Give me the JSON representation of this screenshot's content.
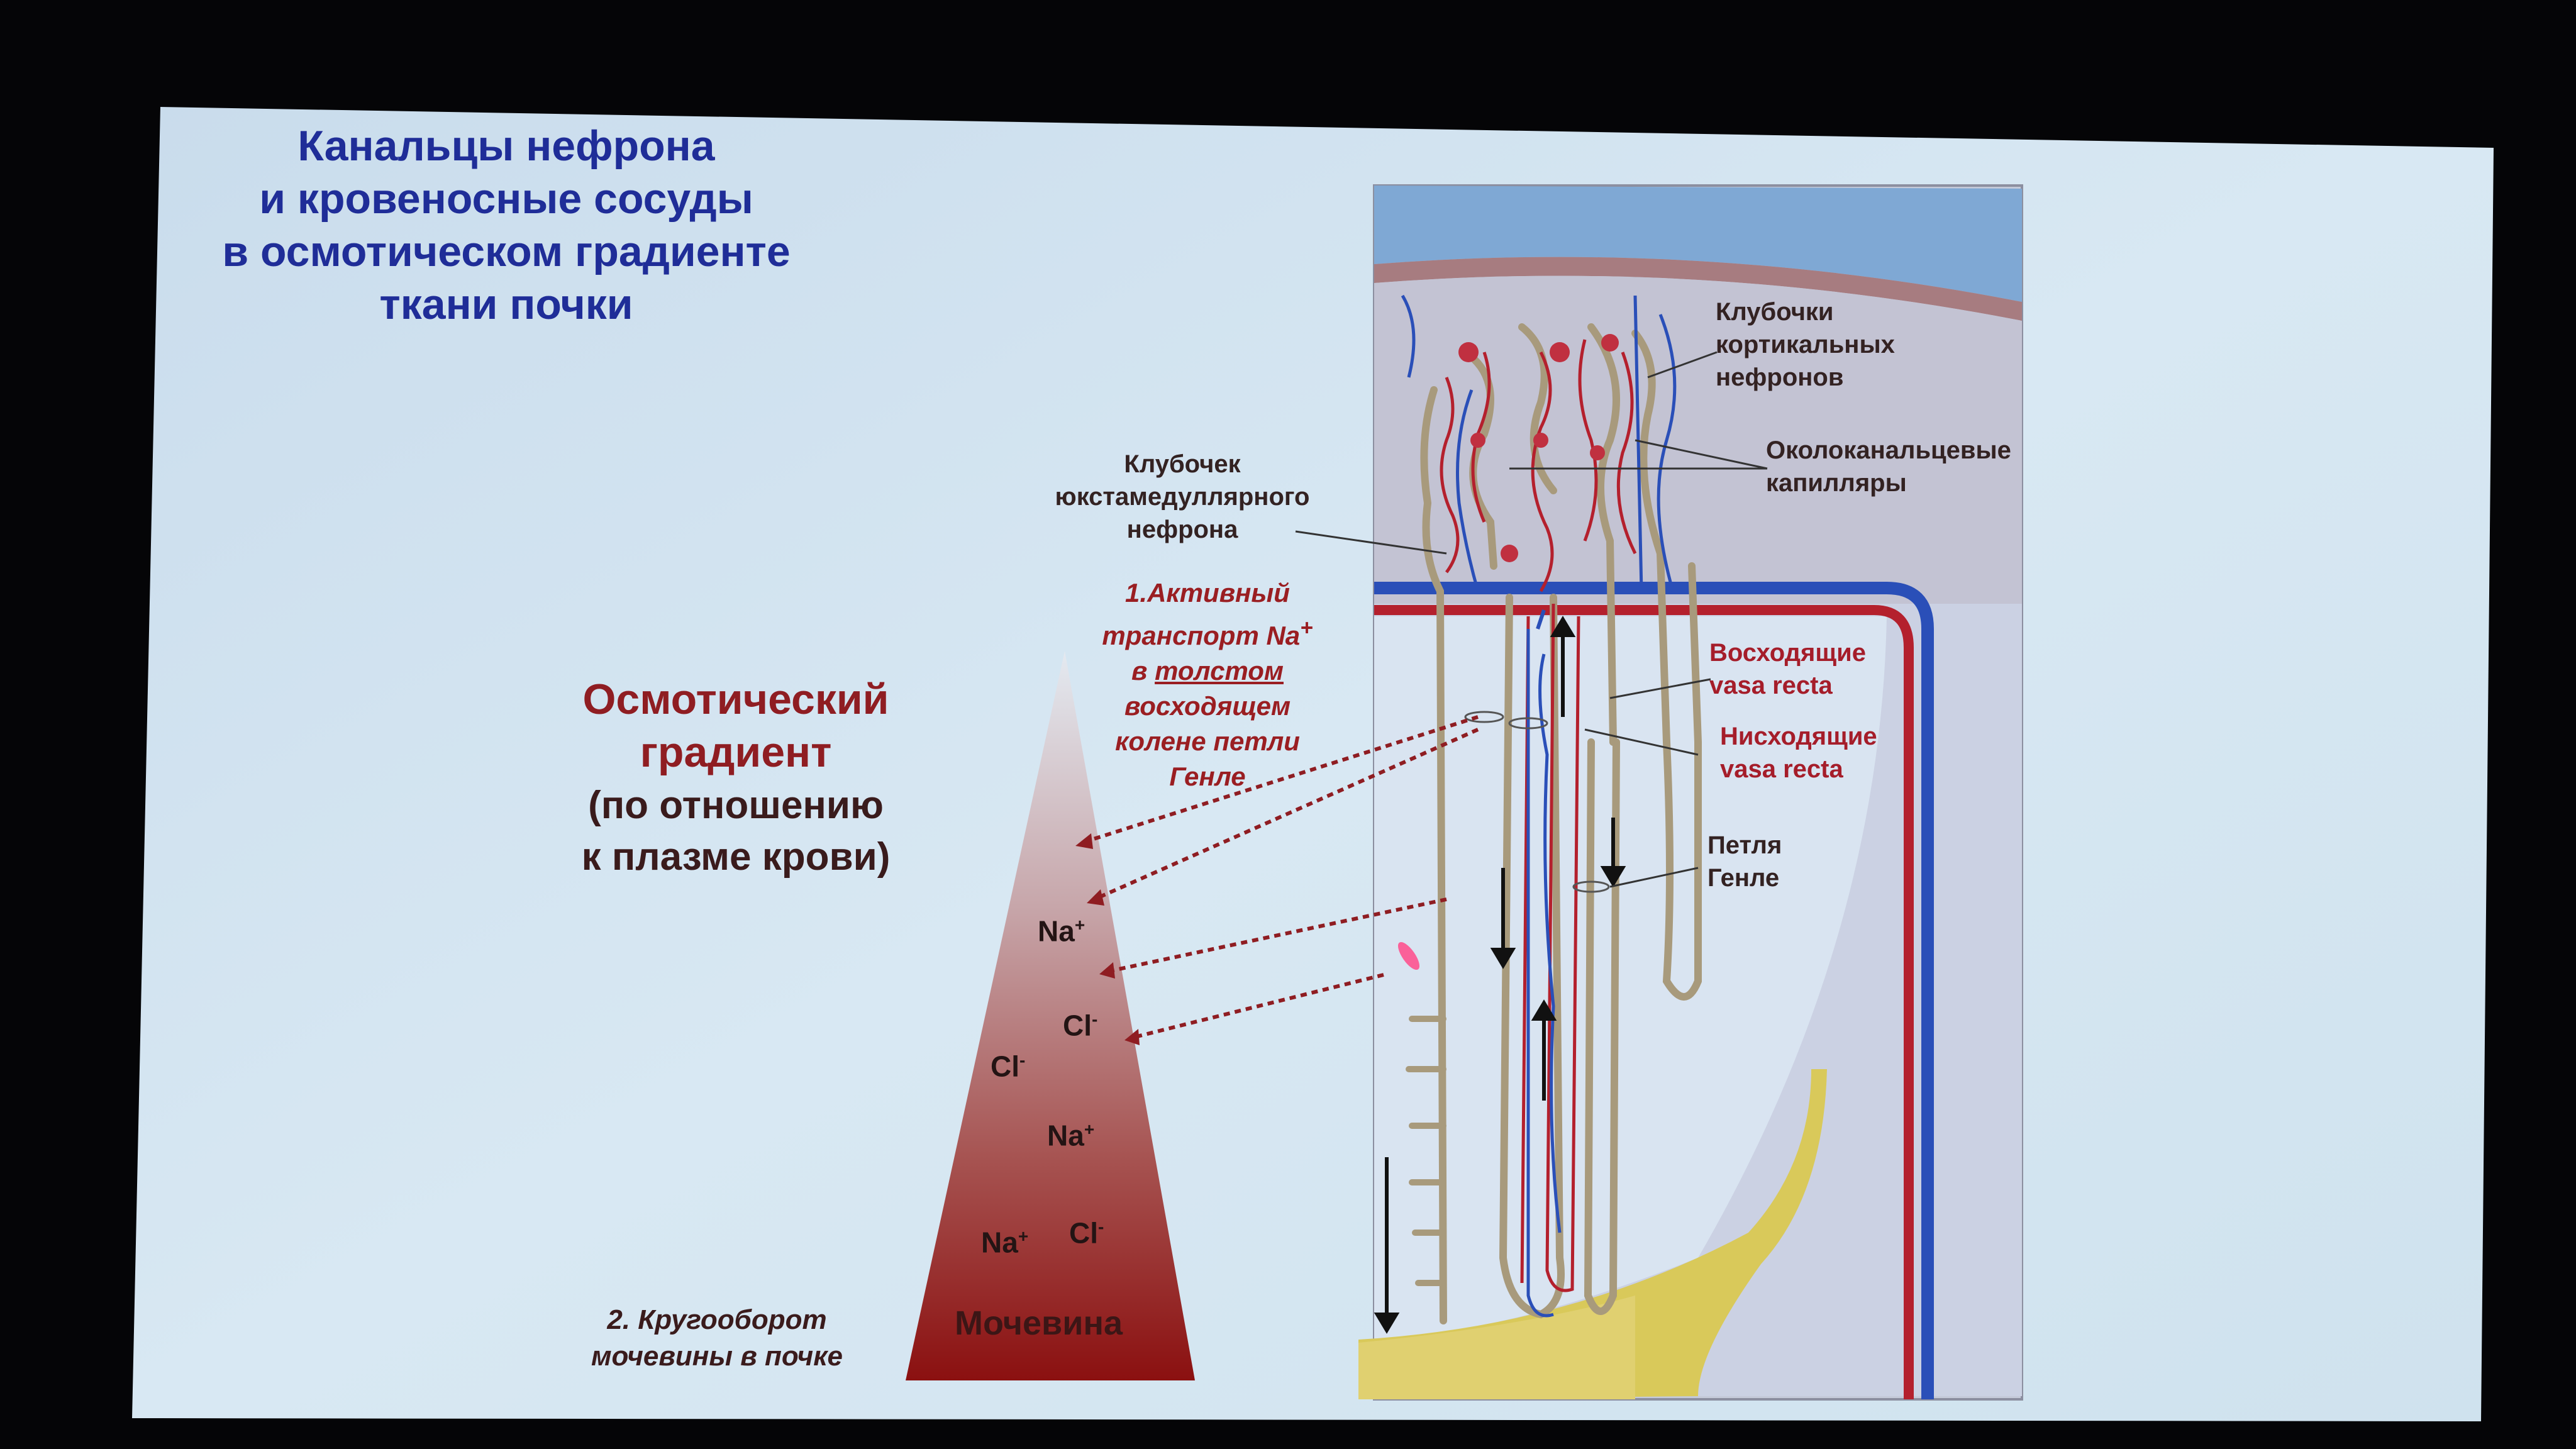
{
  "slide": {
    "title_lines": [
      "Канальцы нефрона",
      "и кровеносные сосуды",
      "в осмотическом градиенте",
      "ткани почки"
    ],
    "gradient_heading_lines": [
      "Осмотический",
      "градиент"
    ],
    "gradient_sub_lines": [
      "(по отношению",
      "к плазме крови)"
    ],
    "note1": {
      "line1": "1.Активный",
      "line2a": "транспорт Na",
      "line2_sup": "+",
      "line3a": "в ",
      "line3_underlined": "толстом",
      "line4": "восходящем",
      "line5": "колене петли",
      "line6": "Генле"
    },
    "note2_lines": [
      "2. Кругооборот",
      "мочевины в почке"
    ],
    "triangle": {
      "ions": [
        {
          "name": "Na",
          "charge": "+"
        },
        {
          "name": "Cl",
          "charge": "-"
        },
        {
          "name": "Cl",
          "charge": "-"
        },
        {
          "name": "Na",
          "charge": "+"
        },
        {
          "name": "Na",
          "charge": "+"
        },
        {
          "name": "Cl",
          "charge": "-"
        }
      ],
      "urea_label": "Мочевина"
    },
    "labels": {
      "cortical_glomeruli": [
        "Клубочки",
        "кортикальных",
        "нефронов"
      ],
      "peritubular_capillaries": [
        "Околоканальцевые",
        "капилляры"
      ],
      "juxtamedullary_glomerulus": [
        "Клубочек",
        "юкстамедуллярного",
        "нефрона"
      ],
      "ascending_vasa_recta": [
        "Восходящие",
        "vasa recta"
      ],
      "descending_vasa_recta": [
        "Нисходящие",
        "vasa recta"
      ],
      "loop_of_henle": [
        "Петля",
        "Генле"
      ]
    },
    "colors": {
      "slide_background": "#d5e6f2",
      "title": "#1f2d98",
      "heading_red": "#8f1d22",
      "artery_red": "#b4202d",
      "vein_blue": "#2a4fb8",
      "tubule": "#a89a7c",
      "gradient_top": "#dde4ec",
      "gradient_bottom": "#8e1212"
    }
  }
}
